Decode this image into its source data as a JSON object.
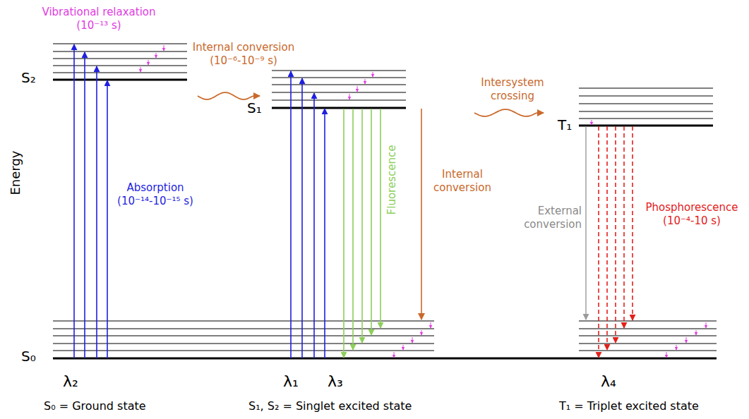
{
  "diagram": {
    "labels": [
      "Vibrational relaxation (10⁻¹³ s)",
      "S₂",
      "Internal conversion (10⁻⁶-10⁻⁹ s)",
      "S₁",
      "Intersystem crossing",
      "T₁",
      "Energy",
      "Absorption (10⁻¹⁴-10⁻¹⁵ s)",
      "Fluorescence",
      "Internal conversion",
      "External conversion",
      "Phosphorescence (10⁻⁴-10 s)",
      "S₀",
      "λ₂",
      "λ₁",
      "λ₃",
      "λ₄",
      "S₀ = Ground state",
      "S₁, S₂ = Singlet excited state",
      "T₁ = Triplet excited state"
    ]
  }
}
